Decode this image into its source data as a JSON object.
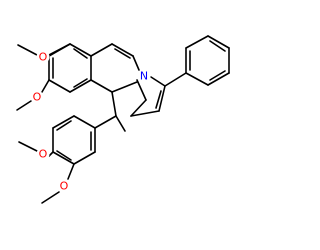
{
  "molecule": {
    "atoms": {
      "o1": {
        "symbol": "O",
        "color": "#ff0000"
      },
      "o2": {
        "symbol": "O",
        "color": "#ff0000"
      },
      "o3": {
        "symbol": "O",
        "color": "#ff0000"
      },
      "o4": {
        "symbol": "O",
        "color": "#ff0000"
      },
      "n1": {
        "symbol": "N",
        "color": "#0000ff"
      }
    },
    "bond_color": "#000000"
  }
}
